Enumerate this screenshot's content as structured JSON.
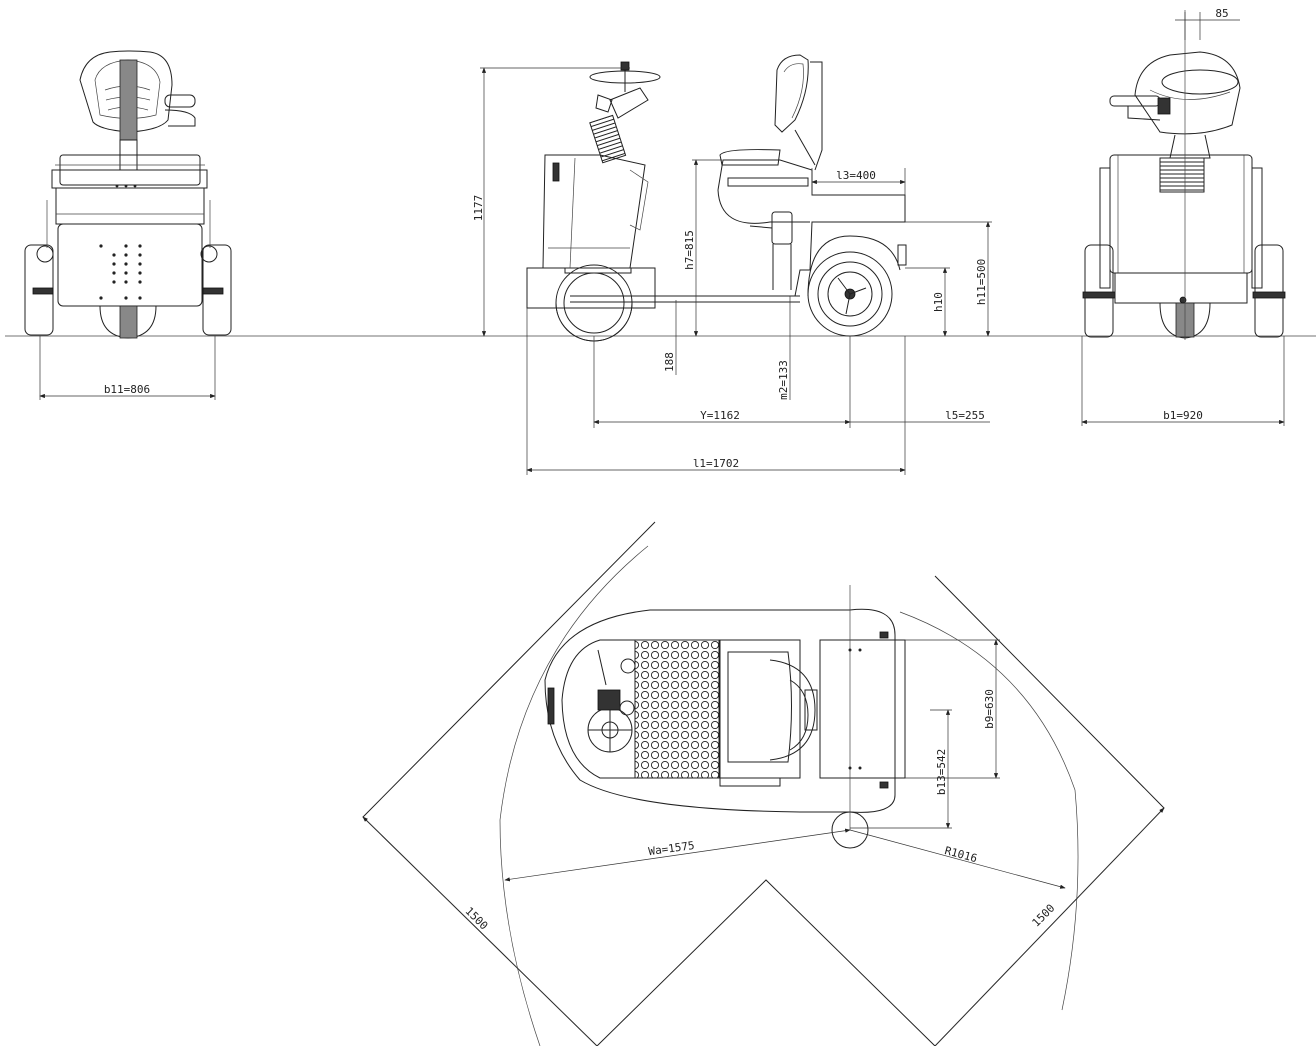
{
  "labels": {
    "b11": "b11=806",
    "height_total": "1177",
    "h7": "h7=815",
    "l3": "l3=400",
    "h11": "h11=500",
    "h10": "h10",
    "ground_clearance": "188",
    "m2": "m2=133",
    "y": "Y=1162",
    "l5": "l5=255",
    "l1": "l1=1702",
    "b1": "b1=920",
    "offset_85": "85",
    "b9": "b9=630",
    "b13": "b13=542",
    "wa": "Wa=1575",
    "r": "R1016",
    "aisle_left": "1500",
    "aisle_right": "1500"
  }
}
